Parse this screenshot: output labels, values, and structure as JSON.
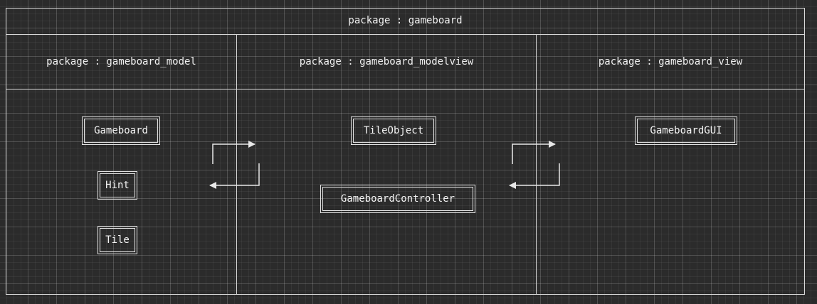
{
  "root_package": {
    "label": "package : gameboard"
  },
  "packages": [
    {
      "label": "package : gameboard_model",
      "classes": [
        "Gameboard",
        "Hint",
        "Tile"
      ]
    },
    {
      "label": "package : gameboard_modelview",
      "classes": [
        "TileObject",
        "GameboardController"
      ]
    },
    {
      "label": "package : gameboard_view",
      "classes": [
        "GameboardGUI"
      ]
    }
  ],
  "colors": {
    "background": "#2b2b2b",
    "stroke": "#d8d8d8",
    "text": "#f0f0f0"
  }
}
